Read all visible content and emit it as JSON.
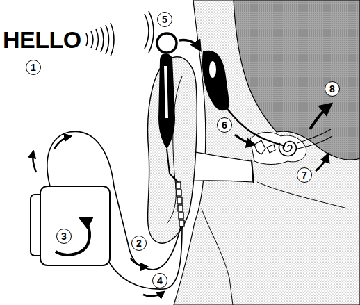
{
  "diagram": {
    "labels": [
      "HELLO",
      "1",
      "2",
      "3",
      "4",
      "5",
      "6",
      "7",
      "8"
    ]
  }
}
